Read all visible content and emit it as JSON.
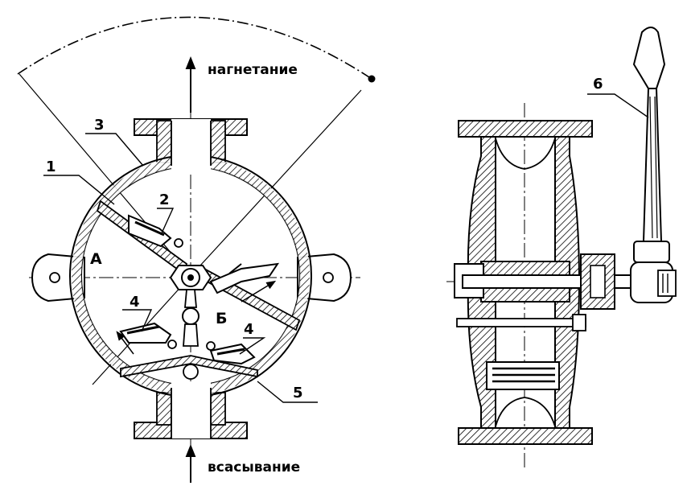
{
  "labels": {
    "discharge": "нагнетание",
    "suction": "всасывание",
    "chamber_a": "А",
    "chamber_b": "Б"
  },
  "callouts": [
    "1",
    "2",
    "3",
    "4",
    "4",
    "5",
    "6"
  ]
}
